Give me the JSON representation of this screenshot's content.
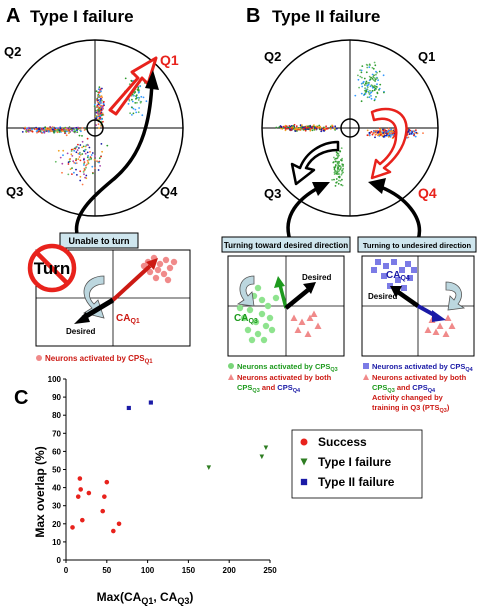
{
  "panelA": {
    "letter": "A",
    "title": "Type I failure",
    "quadrants": [
      "Q1",
      "Q2",
      "Q3",
      "Q4"
    ],
    "box_label": "Unable to turn",
    "turn_sign": "Turn",
    "vector_label": {
      "base": "CA",
      "sub": "Q1"
    },
    "desired_label": "Desired",
    "legend": {
      "text": "Neurons activated by CPS",
      "sub": "Q1"
    }
  },
  "panelB": {
    "letter": "B",
    "title": "Type II failure",
    "quadrants": [
      "Q1",
      "Q2",
      "Q3",
      "Q4"
    ],
    "left_box": {
      "label": "Turning toward desired direction",
      "vector_label": {
        "base": "CA",
        "sub": "Q3"
      },
      "desired_label": "Desired",
      "legend1": {
        "text": "Neurons activated by CPS",
        "sub": "Q3"
      },
      "legend2_line1": "Neurons activated by both",
      "legend2_line2": {
        "a": "CPS",
        "a_sub": "Q3",
        "mid": " and ",
        "b": "CPS",
        "b_sub": "Q4"
      }
    },
    "right_box": {
      "label": "Turning to undesired direction",
      "vector_label": {
        "base": "CA",
        "sub": "Q4"
      },
      "desired_label": "Desired",
      "legend1": {
        "text": "Neurons activated by CPS",
        "sub": "Q4"
      },
      "legend2_line1": "Neurons activated by both",
      "legend2_line2": {
        "a": "CPS",
        "a_sub": "Q3",
        "mid": " and ",
        "b": "CPS",
        "b_sub": "Q4"
      },
      "legend3_line1": "Activity changed by",
      "legend3_line2": {
        "text": "training in Q3 (PTS",
        "sub": "Q3",
        "end": ")"
      }
    }
  },
  "panelC": {
    "letter": "C",
    "colors": {
      "success": "#e8221c",
      "type1": "#2e7d22",
      "type2": "#1a1aa6"
    },
    "chart_data": {
      "type": "scatter",
      "xlabel": {
        "base": "Max(CA",
        "sub1": "Q1",
        "mid": ", CA",
        "sub2": "Q3",
        "end": ")"
      },
      "ylabel": "Max overlap (%)",
      "xlim": [
        0,
        250
      ],
      "ylim": [
        0,
        100
      ],
      "xticks": [
        0,
        50,
        100,
        150,
        200,
        250
      ],
      "yticks": [
        0,
        10,
        20,
        30,
        40,
        50,
        60,
        70,
        80,
        90,
        100
      ],
      "legend_position": "top-right",
      "series": [
        {
          "name": "Success",
          "marker": "circle",
          "points": [
            [
              8,
              18
            ],
            [
              15,
              35
            ],
            [
              17,
              45
            ],
            [
              18,
              39
            ],
            [
              20,
              22
            ],
            [
              28,
              37
            ],
            [
              45,
              27
            ],
            [
              47,
              35
            ],
            [
              50,
              43
            ],
            [
              58,
              16
            ],
            [
              65,
              20
            ]
          ]
        },
        {
          "name": "Type I failure",
          "marker": "triangle",
          "points": [
            [
              175,
              51
            ],
            [
              240,
              57
            ],
            [
              245,
              62
            ]
          ]
        },
        {
          "name": "Type II failure",
          "marker": "square",
          "points": [
            [
              77,
              84
            ],
            [
              104,
              87
            ]
          ]
        }
      ]
    }
  }
}
